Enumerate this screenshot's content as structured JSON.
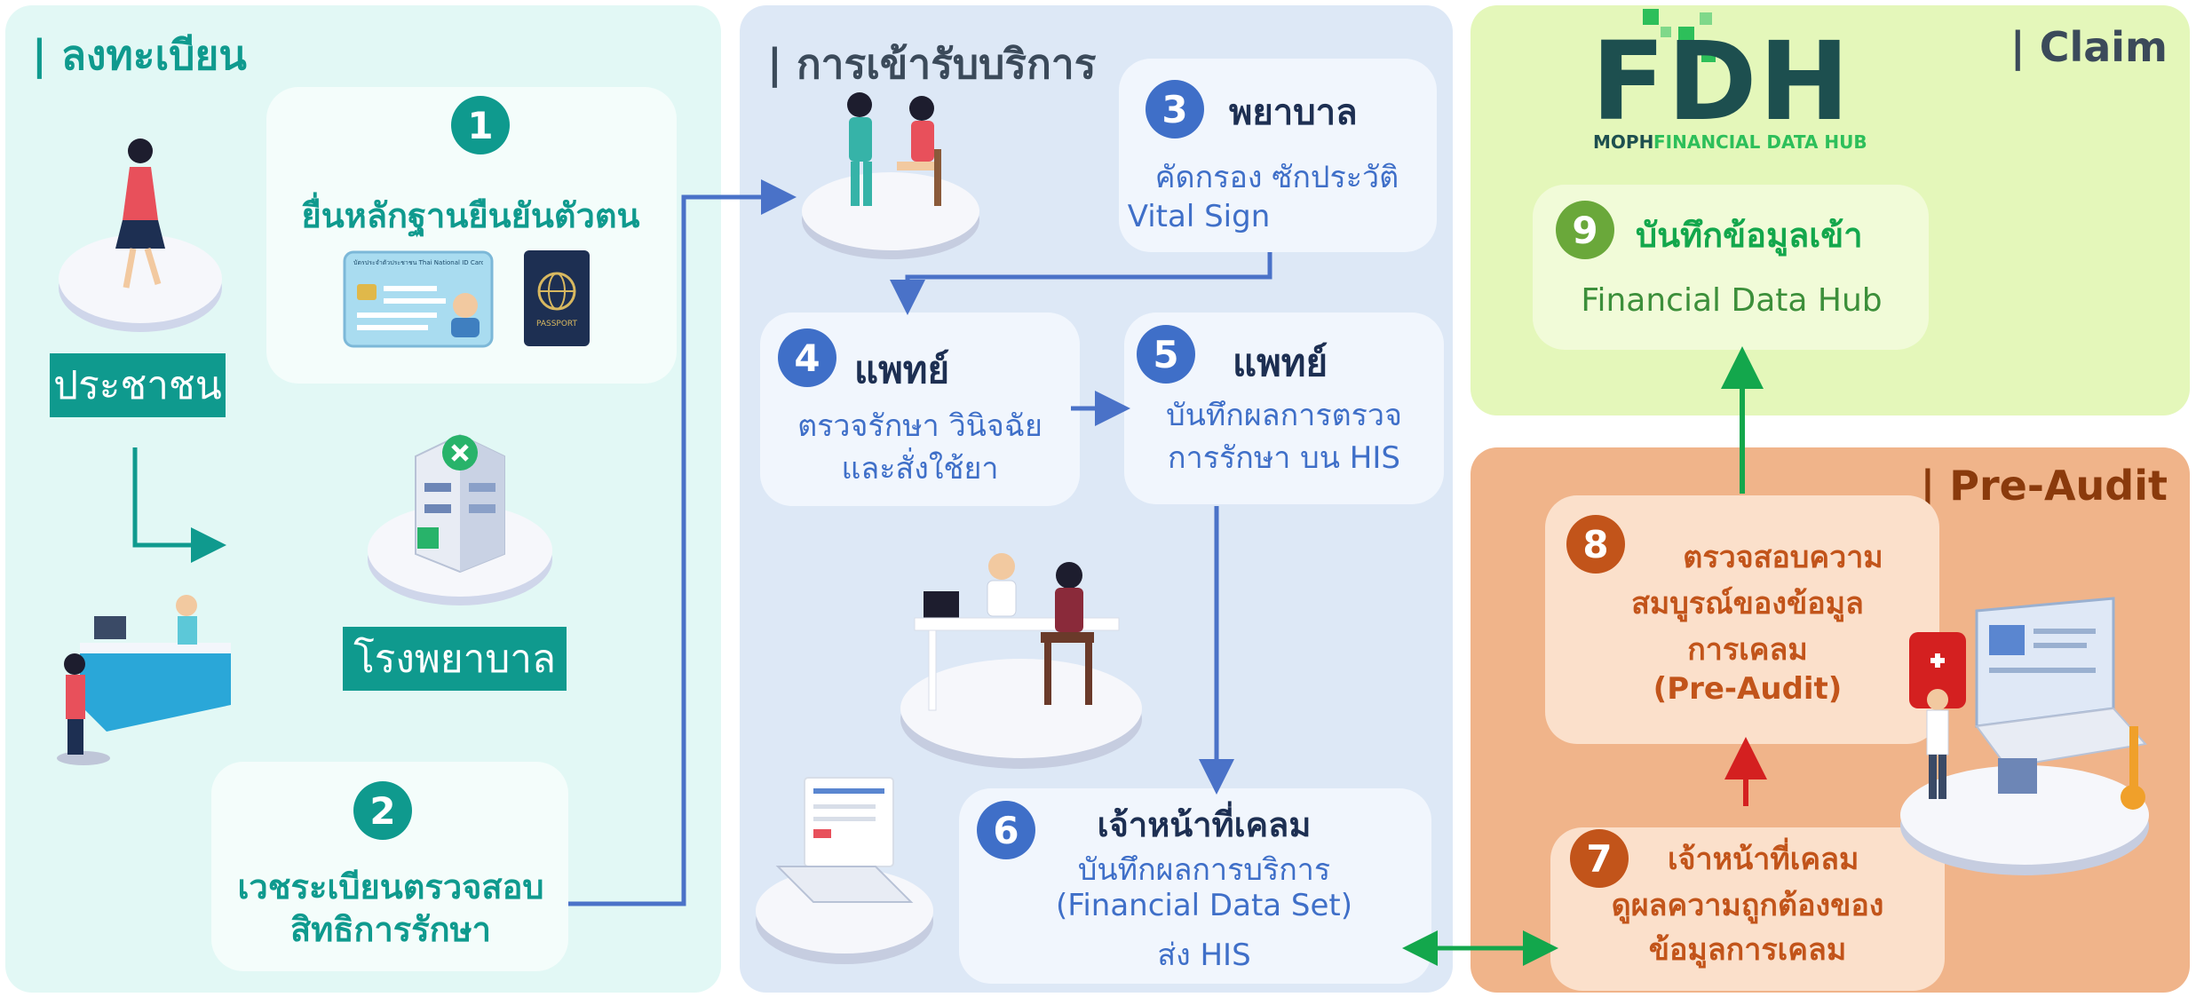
{
  "sections": {
    "register": "| ลงทะเบียน",
    "service": "| การเข้ารับบริการ",
    "claim": "| Claim",
    "preaudit": "| Pre-Audit"
  },
  "actors": {
    "citizen": "ประชาชน",
    "hospital": "โรงพยาบาล"
  },
  "id_card": {
    "header": "บัตรประจำตัวประชาชน Thai National ID Card"
  },
  "passport": {
    "label": "PASSPORT"
  },
  "steps": [
    {
      "num": "1",
      "title": "ยื่นหลักฐานยืนยันตัวตน"
    },
    {
      "num": "2",
      "line1": "เวชระเบียนตรวจสอบ",
      "line2": "สิทธิการรักษา"
    },
    {
      "num": "3",
      "title": "พยาบาล",
      "line1": "คัดกรอง ซักประวัติ",
      "line2": "Vital Sign"
    },
    {
      "num": "4",
      "title": "แพทย์",
      "line1": "ตรวจรักษา วินิจฉัย",
      "line2": "และสั่งใช้ยา"
    },
    {
      "num": "5",
      "title": "แพทย์",
      "line1": "บันทึกผลการตรวจ",
      "line2": "การรักษา บน HIS"
    },
    {
      "num": "6",
      "title": "เจ้าหน้าที่เคลม",
      "line1": "บันทึกผลการบริการ",
      "line2": "(Financial Data Set)",
      "line3": "ส่ง HIS"
    },
    {
      "num": "7",
      "title": "เจ้าหน้าที่เคลม",
      "line1": "ดูผลความถูกต้องของ",
      "line2": "ข้อมูลการเคลม"
    },
    {
      "num": "8",
      "line1": "ตรวจสอบความ",
      "line2": "สมบูรณ์ของข้อมูล",
      "line3": "การเคลม",
      "line4": "(Pre-Audit)"
    },
    {
      "num": "9",
      "title": "บันทึกข้อมูลเข้า",
      "line1": "Financial Data Hub"
    }
  ],
  "logo": {
    "letters": "FDH",
    "sub1": "MOPH",
    "sub2": "FINANCIAL DATA HUB"
  },
  "colors": {
    "teal": "#0f9a8e",
    "blue": "#3f6fc8",
    "green": "#13a74c",
    "orange": "#c2541a",
    "red": "#d42020"
  }
}
